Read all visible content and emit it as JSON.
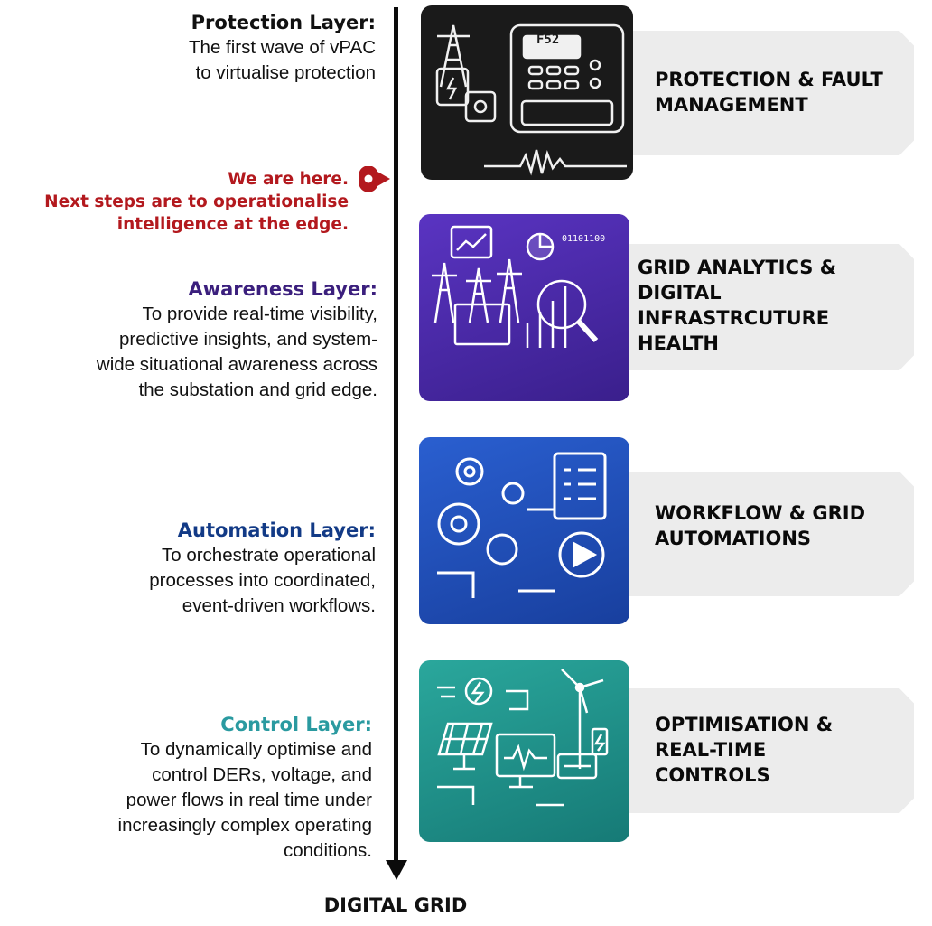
{
  "axis": {
    "bottom_label": "DIGITAL GRID"
  },
  "marker": {
    "line1": "We are here.",
    "line2": "Next steps are to operationalise",
    "line3": "intelligence at the edge.",
    "color": "#b3191e"
  },
  "layers": [
    {
      "title": "Protection Layer:",
      "desc": [
        "The first wave of vPAC",
        "to virtualise protection"
      ],
      "color": "#111111",
      "tag": [
        "PROTECTION & FAULT",
        "MANAGEMENT"
      ],
      "card_bg": "#1a1a1a",
      "card_label": "F52"
    },
    {
      "title": "Awareness Layer:",
      "desc": [
        "To provide real-time visibility,",
        "predictive insights, and system-",
        "wide situational awareness across",
        "the substation and grid edge."
      ],
      "color": "#3b1f7d",
      "tag": [
        "GRID ANALYTICS &",
        "DIGITAL",
        "INFRASTRCUTURE",
        "HEALTH"
      ],
      "card_bg": "#4b2aa8",
      "card_label": "01101100"
    },
    {
      "title": "Automation Layer:",
      "desc": [
        "To orchestrate operational",
        "processes into coordinated,",
        "event-driven workflows."
      ],
      "color": "#123a86",
      "tag": [
        "WORKFLOW & GRID",
        "AUTOMATIONS"
      ],
      "card_bg": "#1f4bb0"
    },
    {
      "title": "Control Layer:",
      "desc": [
        "To dynamically optimise  and",
        "control DERs, voltage, and",
        "power flows in real time under",
        "increasingly complex operating",
        "conditions."
      ],
      "color": "#2a9aa0",
      "tag": [
        "OPTIMISATION &",
        "REAL-TIME",
        "CONTROLS"
      ],
      "card_bg": "#1e8f8a"
    }
  ]
}
